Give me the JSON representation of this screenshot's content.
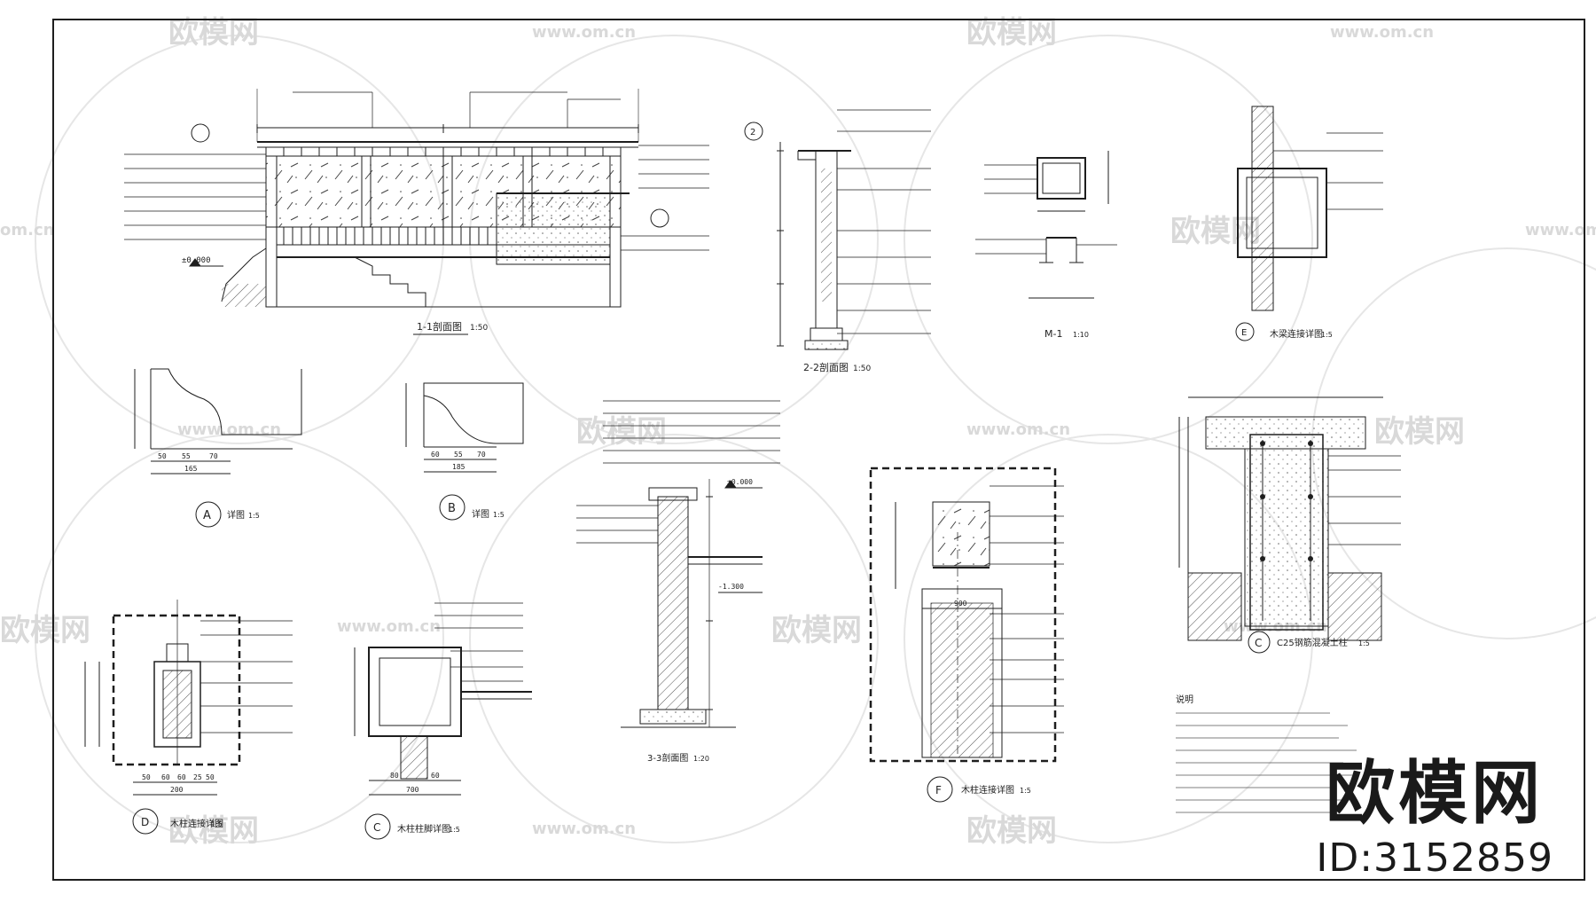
{
  "watermark": {
    "brand_cn": "欧模网",
    "site": "www.om.cn",
    "site_short": "om.cn"
  },
  "corner_brand": {
    "name": "欧模网",
    "id_label": "ID:3152859"
  },
  "drawings": {
    "section_1_1": {
      "title": "1-1剖面图",
      "scale": "1:50",
      "level": "±0.000"
    },
    "section_2_2": {
      "title": "2-2剖面图",
      "scale": "1:50",
      "marker": "2"
    },
    "detail_m1": {
      "title": "M-1",
      "scale": "1:10"
    },
    "detail_e": {
      "title": "E",
      "caption": "木梁连接详图",
      "scale": "1:5"
    },
    "detail_a": {
      "title": "A",
      "caption": "详图",
      "scale": "1:5",
      "dims": [
        "50",
        "55",
        "70",
        "165"
      ]
    },
    "detail_b": {
      "title": "B",
      "caption": "详图",
      "scale": "1:5",
      "dims": [
        "60",
        "55",
        "70",
        "185"
      ]
    },
    "section_3_3": {
      "title": "3-3剖面图",
      "scale": "1:20",
      "level_1": "±0.000",
      "level_2": "-1.300"
    },
    "detail_f": {
      "title": "F",
      "caption": "木柱连接详图",
      "scale": "1:5",
      "dim": "900"
    },
    "detail_c25": {
      "title": "C",
      "caption": "C25钢筋混凝土柱",
      "scale": "1:5"
    },
    "detail_d": {
      "title": "D",
      "caption": "木柱连接详图",
      "scale": "1:5",
      "dims": [
        "50",
        "60",
        "60",
        "25",
        "50",
        "200"
      ]
    },
    "detail_c": {
      "title": "C",
      "caption": "木柱柱脚详图",
      "scale": "1:5",
      "dims": [
        "80",
        "60",
        "700"
      ]
    },
    "notes_title": "说明"
  },
  "colors": {
    "line": "#1e1e1e",
    "watermark": "#d8d8d8"
  }
}
